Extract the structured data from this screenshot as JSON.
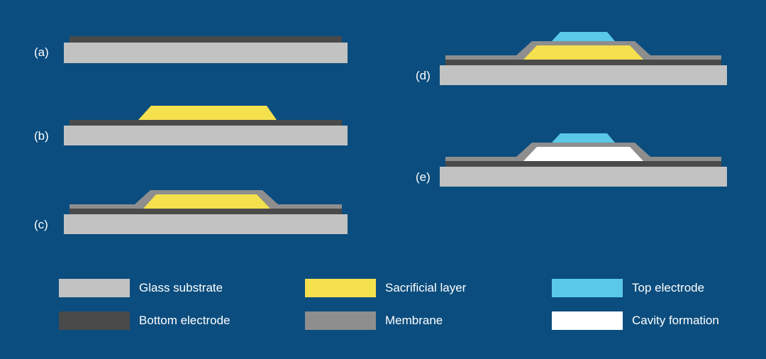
{
  "figure": {
    "background_color": "#0b4d7e",
    "text_color": "#ffffff"
  },
  "colors": {
    "glass_substrate": "#c2c2c2",
    "bottom_electrode": "#4a4a4a",
    "sacrificial_layer": "#f5e04d",
    "membrane": "#8e8e8e",
    "top_electrode": "#5ac8e8",
    "cavity_formation": "#ffffff"
  },
  "steps": [
    {
      "label": "(a)",
      "layers": [
        "glass_substrate",
        "bottom_electrode"
      ]
    },
    {
      "label": "(b)",
      "layers": [
        "glass_substrate",
        "bottom_electrode",
        "sacrificial_layer"
      ]
    },
    {
      "label": "(c)",
      "layers": [
        "glass_substrate",
        "bottom_electrode",
        "sacrificial_layer",
        "membrane"
      ]
    },
    {
      "label": "(d)",
      "layers": [
        "glass_substrate",
        "bottom_electrode",
        "sacrificial_layer",
        "membrane",
        "top_electrode"
      ]
    },
    {
      "label": "(e)",
      "layers": [
        "glass_substrate",
        "bottom_electrode",
        "cavity_formation",
        "membrane",
        "top_electrode"
      ]
    }
  ],
  "legend": {
    "items": [
      {
        "label": "Glass substrate",
        "color": "#c2c2c2"
      },
      {
        "label": "Sacrificial layer",
        "color": "#f5e04d"
      },
      {
        "label": "Top electrode",
        "color": "#5ac8e8"
      },
      {
        "label": "Bottom electrode",
        "color": "#4a4a4a"
      },
      {
        "label": "Membrane",
        "color": "#8e8e8e"
      },
      {
        "label": "Cavity formation",
        "color": "#ffffff"
      }
    ]
  }
}
